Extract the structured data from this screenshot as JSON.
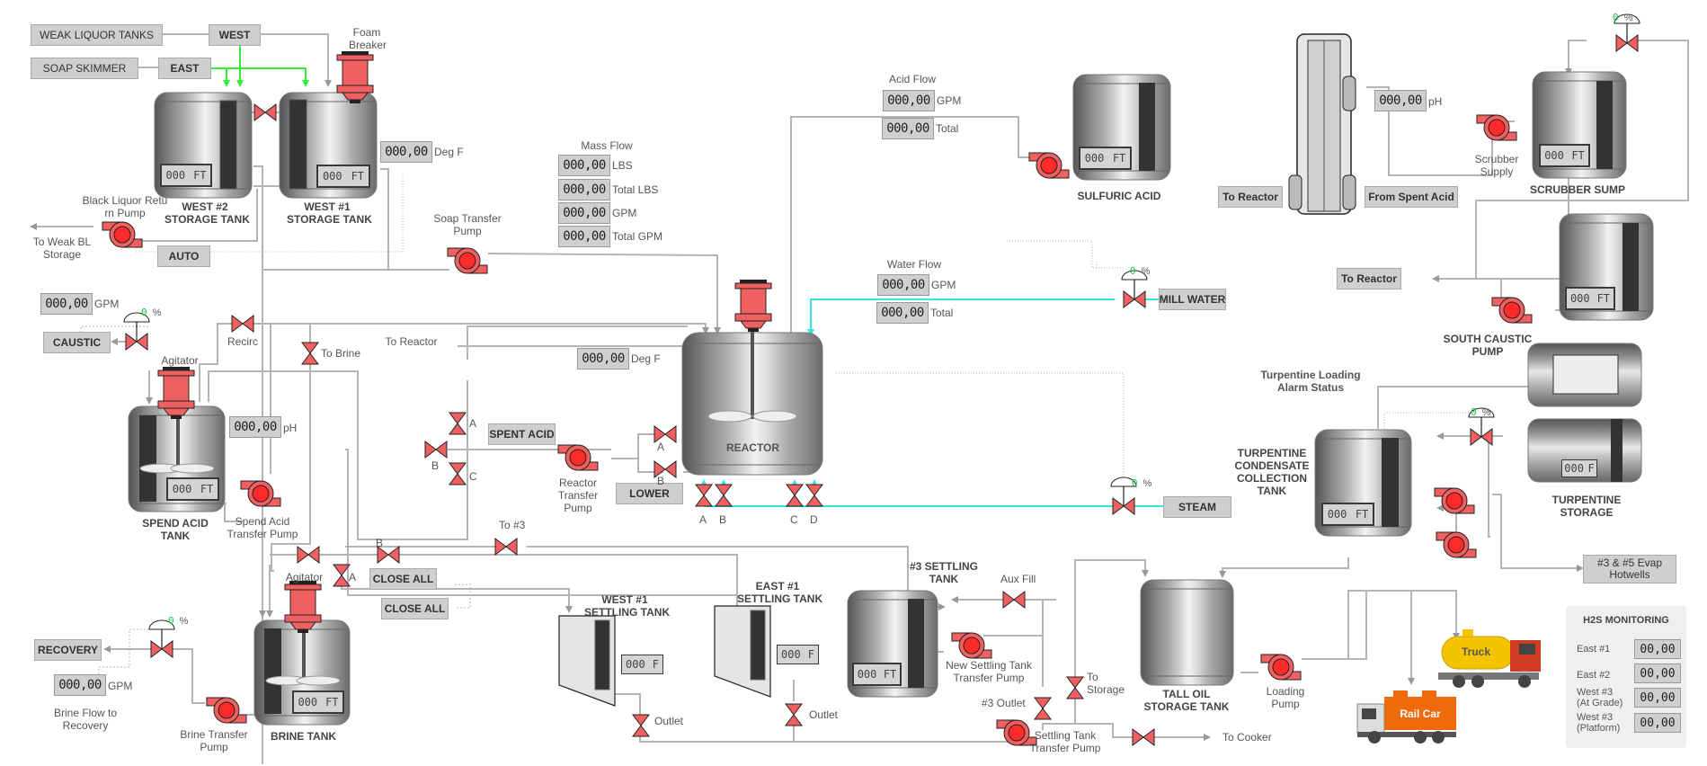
{
  "colors": {
    "pump": "#ff3333",
    "valve": "#f06060",
    "pipe": "#b4b4b4",
    "water": "#33e5e5",
    "green_flow": "#33ee33",
    "pct_value": "#1fc44a",
    "button_bg": "#cfcfcf"
  },
  "sources": {
    "weak_liquor_tanks": "WEAK LIQUOR TANKS",
    "west": "WEST",
    "soap_skimmer": "SOAP SKIMMER",
    "east": "EAST"
  },
  "foam_breaker": {
    "line1": "Foam",
    "line2": "Breaker"
  },
  "west2_tank": {
    "name1": "WEST #2",
    "name2": "STORAGE TANK",
    "level": "000",
    "unit": "FT"
  },
  "west1_tank": {
    "name1": "WEST #1",
    "name2": "STORAGE TANK",
    "level": "000",
    "unit": "FT"
  },
  "west1_temp": {
    "value": "000,00",
    "unit": "Deg F"
  },
  "bl_return_pump": {
    "line1": "Black Liquor Retu",
    "line2": "rn Pump"
  },
  "to_weak_bl": {
    "line1": "To Weak BL",
    "line2": "Storage"
  },
  "auto_button": "AUTO",
  "soap_transfer_pump": {
    "line1": "Soap Transfer",
    "line2": "Pump"
  },
  "mass_flow": {
    "title": "Mass Flow",
    "rows": [
      {
        "value": "000,00",
        "unit": "LBS"
      },
      {
        "value": "000,00",
        "unit": "Total LBS"
      },
      {
        "value": "000,00",
        "unit": "GPM"
      },
      {
        "value": "000,00",
        "unit": "Total GPM"
      }
    ]
  },
  "acid_flow": {
    "title": "Acid Flow",
    "rows": [
      {
        "value": "000,00",
        "unit": "GPM"
      },
      {
        "value": "000,00",
        "unit": "Total"
      }
    ]
  },
  "sulfuric_acid": {
    "name": "SULFURIC ACID",
    "level": "000",
    "unit": "FT"
  },
  "water_flow": {
    "title": "Water Flow",
    "rows": [
      {
        "value": "000,00",
        "unit": "GPM"
      },
      {
        "value": "000,00",
        "unit": "Total"
      }
    ]
  },
  "mill_water": {
    "label": "MILL WATER",
    "valve_pct": "0",
    "pct_unit": "%"
  },
  "scrubber": {
    "ph": {
      "value": "000,00",
      "unit": "pH"
    },
    "to_reactor": "To Reactor",
    "from_spent_acid": "From Spent Acid",
    "supply_pump": {
      "line1": "Scrubber",
      "line2": "Supply"
    },
    "sump": {
      "name": "SCRUBBER SUMP",
      "level": "000",
      "unit": "FT"
    },
    "valve_pct": "0",
    "pct_unit": "%"
  },
  "south_caustic": {
    "to_reactor": "To Reactor",
    "name1": "SOUTH CAUSTIC",
    "name2": "PUMP",
    "level": "000",
    "unit": "FT"
  },
  "caustic": {
    "flow": {
      "value": "000,00",
      "unit": "GPM"
    },
    "valve_pct": "0",
    "pct_unit": "%",
    "label": "CAUSTIC"
  },
  "recirc_label": "Recirc",
  "to_brine_label": "To Brine",
  "to_reactor_label": "To Reactor",
  "spend_acid_tank": {
    "agitator": "Agitator",
    "name1": "SPEND ACID",
    "name2": "TANK",
    "level": "000",
    "unit": "FT",
    "ph": {
      "value": "000,00",
      "unit": "pH"
    },
    "pump": {
      "line1": "Spend Acid",
      "line2": "Transfer Pump"
    }
  },
  "reactor": {
    "name": "REACTOR",
    "temp": {
      "value": "000,00",
      "unit": "Deg F"
    },
    "spent_acid_button": "SPENT ACID",
    "lower_button": "LOWER",
    "pump": {
      "line1": "Reactor",
      "line2": "Transfer",
      "line3": "Pump"
    },
    "valve_a": "A",
    "valve_b": "B",
    "steam_valves": [
      "A",
      "B",
      "C",
      "D"
    ]
  },
  "spent_valves": {
    "a": "A",
    "b": "B",
    "c": "C"
  },
  "steam": {
    "label": "STEAM",
    "valve_pct": "0",
    "pct_unit": "%"
  },
  "to3_label": "To #3",
  "brine": {
    "agitator": "Agitator",
    "name": "BRINE TANK",
    "level": "000",
    "unit": "FT",
    "valve_a": "A",
    "valve_b": "B",
    "close_all_1": "CLOSE ALL",
    "close_all_2": "CLOSE ALL",
    "pump": {
      "line1": "Brine Transfer",
      "line2": "Pump"
    },
    "recovery": "RECOVERY",
    "valve_pct": "0",
    "pct_unit": "%",
    "flow": {
      "value": "000,00",
      "unit": "GPM"
    },
    "flow_label": {
      "line1": "Brine Flow to",
      "line2": "Recovery"
    }
  },
  "west1_settling": {
    "name1": "WEST #1",
    "name2": "SETTLING TANK",
    "temp": "000",
    "unit": "F",
    "outlet": "Outlet"
  },
  "east1_settling": {
    "name1": "EAST #1",
    "name2": "SETTLING TANK",
    "temp": "000",
    "unit": "F",
    "outlet": "Outlet"
  },
  "settling3": {
    "name1": "#3 SETTLING",
    "name2": "TANK",
    "level": "000",
    "unit": "FT",
    "aux_fill": "Aux Fill",
    "new_pump": {
      "line1": "New Settling Tank",
      "line2": "Transfer Pump"
    },
    "outlet": "#3 Outlet",
    "transfer_pump": {
      "line1": "Settling Tank",
      "line2": "Transfer Pump"
    },
    "to_storage": {
      "line1": "To",
      "line2": "Storage"
    },
    "to_cooker": "To Cooker"
  },
  "tall_oil": {
    "name1": "TALL OIL",
    "name2": "STORAGE TANK",
    "pump": {
      "line1": "Loading",
      "line2": "Pump"
    }
  },
  "turpentine": {
    "alarm_label": {
      "line1": "Turpentine Loading",
      "line2": "Alarm Status"
    },
    "condensate": {
      "name": [
        "TURPENTINE",
        "CONDENSATE",
        "COLLECTION",
        "TANK"
      ],
      "level": "000",
      "unit": "FT"
    },
    "storage": {
      "name1": "TURPENTINE",
      "name2": "STORAGE",
      "temp": "000",
      "unit": "F"
    },
    "valve_pct": "0",
    "pct_unit": "%",
    "hotwells": {
      "line1": "#3 & #5 Evap",
      "line2": "Hotwells"
    }
  },
  "vehicles": {
    "truck": "Truck",
    "rail_car": "Rail Car"
  },
  "h2s": {
    "title": "H2S MONITORING",
    "rows": [
      {
        "label1": "East #1",
        "label2": "",
        "value": "00,00"
      },
      {
        "label1": "East #2",
        "label2": "",
        "value": "00,00"
      },
      {
        "label1": "West #3",
        "label2": "(At Grade)",
        "value": "00,00"
      },
      {
        "label1": "West #3",
        "label2": "(Platform)",
        "value": "00,00"
      }
    ]
  }
}
